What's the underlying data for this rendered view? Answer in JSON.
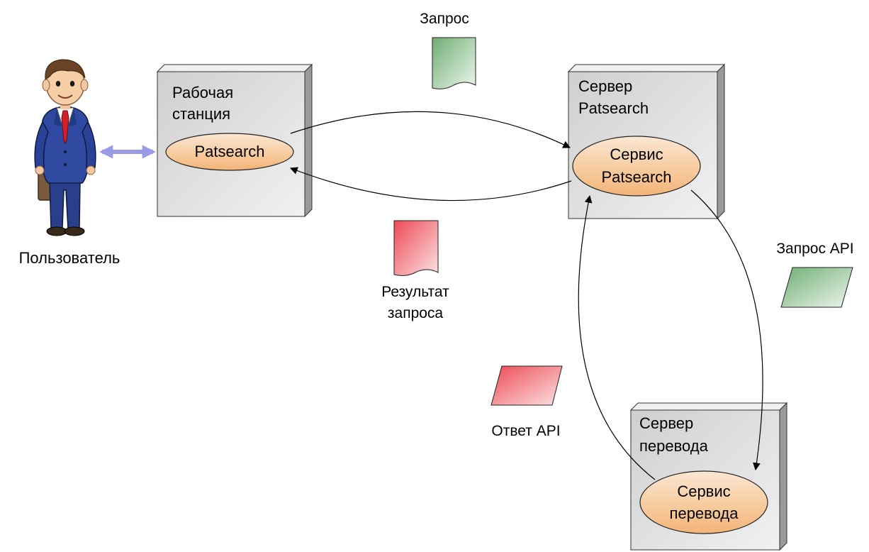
{
  "user": {
    "label": "Пользователь",
    "icon": "businessman-icon"
  },
  "workstation": {
    "title_line1": "Рабочая",
    "title_line2": "станция",
    "app_label": "Patsearch"
  },
  "patsearch_server": {
    "title_line1": "Сервер",
    "title_line2": "Patsearch",
    "service_line1": "Сервис",
    "service_line2": "Patsearch"
  },
  "translation_server": {
    "title_line1": "Сервер",
    "title_line2": "перевода",
    "service_line1": "Сервис",
    "service_line2": "перевода"
  },
  "messages": {
    "request": "Запрос",
    "result_line1": "Результат",
    "result_line2": "запроса",
    "api_request": "Запрос API",
    "api_response": "Ответ API"
  },
  "colors": {
    "request_doc": "#8fc48f",
    "response_doc": "#f06a72",
    "ellipse_fill": "#f6c08a",
    "box_face": "#d4d4d4",
    "bidirectional_arrow": "#9a9ae8"
  }
}
